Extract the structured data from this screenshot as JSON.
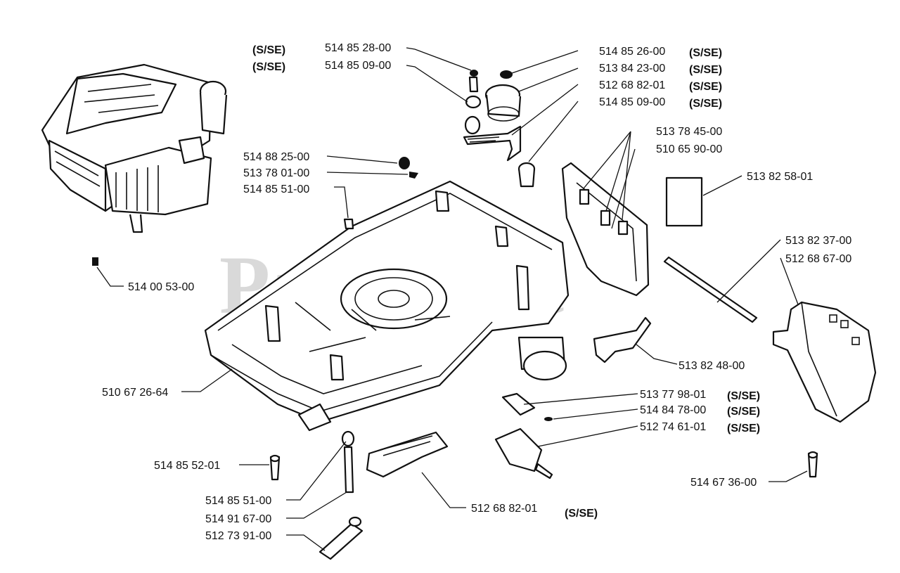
{
  "watermark": "PartsTree",
  "callouts": {
    "p514852800": "514 85 28-00",
    "p514850900a": "514 85 09-00",
    "p514852600": "514 85 26-00",
    "p513842300": "513 84 23-00",
    "p512688201a": "512 68 82-01",
    "p514850900b": "514 85 09-00",
    "p513784500": "513 78 45-00",
    "p510659000": "510 65 90-00",
    "p513825801": "513 82 58-01",
    "p514882500": "514 88 25-00",
    "p513780100": "513 78 01-00",
    "p514855100a": "514 85 51-00",
    "p514005300": "514 00 53-00",
    "p513823700": "513 82 37-00",
    "p512686700": "512 68 67-00",
    "p513824800": "513 82 48-00",
    "p510672664": "510 67 26-64",
    "p513779801": "513 77 98-01",
    "p514847800": "514 84 78-00",
    "p512746101": "512 74 61-01",
    "p514855201": "514 85 52-01",
    "p514855100b": "514 85 51-00",
    "p514916700": "514 91 67-00",
    "p512739100": "512 73 91-00",
    "p512688201b": "512 68 82-01",
    "p514673600": "514 67 36-00"
  },
  "tags": {
    "t1": "(S/SE)",
    "t2": "(S/SE)",
    "t3": "(S/SE)",
    "t4": "(S/SE)",
    "t5": "(S/SE)",
    "t6": "(S/SE)",
    "t7": "(S/SE)",
    "t8": "(S/SE)",
    "t9": "(S/SE)",
    "t10": "(S/SE)"
  }
}
